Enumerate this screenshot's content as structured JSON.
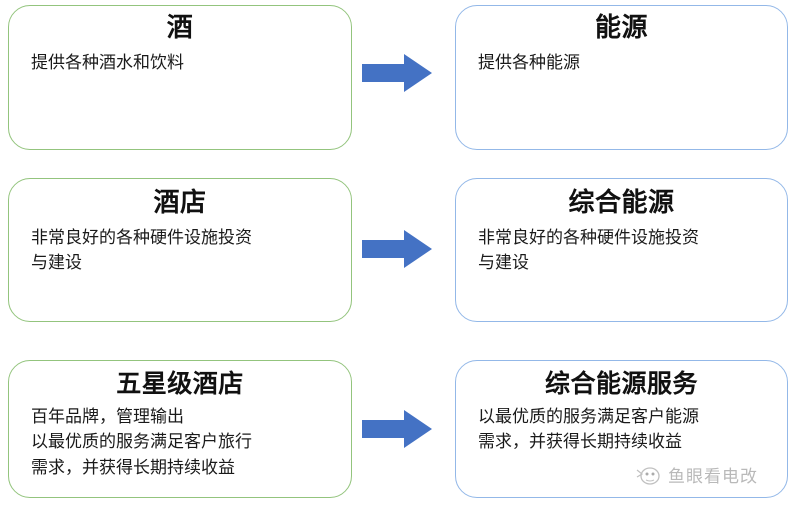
{
  "diagram": {
    "type": "two-column-mapping",
    "arrow_color": "#4472c4",
    "left_border_color": "#93c47d",
    "right_border_color": "#93b8e8",
    "rows": [
      {
        "left": {
          "title": "酒",
          "body": "提供各种酒水和饮料"
        },
        "arrow": {
          "label": "arrow-right",
          "direction": "right"
        },
        "right": {
          "title": "能源",
          "body": "提供各种能源"
        }
      },
      {
        "left": {
          "title": "酒店",
          "body": "非常良好的各种硬件设施投资\n与建设"
        },
        "arrow": {
          "label": "arrow-right",
          "direction": "right"
        },
        "right": {
          "title": "综合能源",
          "body": "非常良好的各种硬件设施投资\n与建设"
        }
      },
      {
        "left": {
          "title": "五星级酒店",
          "body": "百年品牌，管理输出\n以最优质的服务满足客户旅行\n需求，并获得长期持续收益"
        },
        "arrow": {
          "label": "arrow-right",
          "direction": "right"
        },
        "right": {
          "title": "综合能源服务",
          "body": "以最优质的服务满足客户能源\n需求，并获得长期持续收益"
        }
      }
    ]
  },
  "watermark": {
    "text": "鱼眼看电改",
    "icon": "round-mascot-icon"
  }
}
